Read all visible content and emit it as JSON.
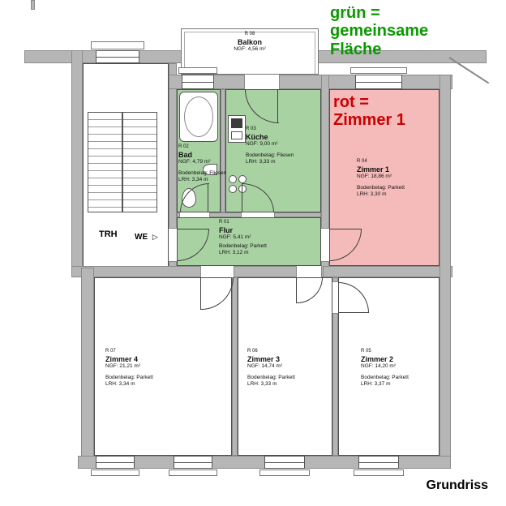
{
  "legend": {
    "green_note": "grün =\ngemeinsame\nFläche",
    "red_note": "rot =\nZimmer 1"
  },
  "title": "Grundriss",
  "labels": {
    "stairwell": "TRH",
    "entrance": "WE",
    "entrance_arrow": "▷"
  },
  "colors": {
    "common_area": "#a9d2a3",
    "zimmer1_fill": "#f4bbba",
    "wall": "#b6b6b6",
    "green_text": "#0a9a00",
    "red_text": "#cc0000"
  },
  "rooms": {
    "balkon": {
      "id": "R 08",
      "name": "Balkon",
      "ngf": "NGF: 4,56 m²"
    },
    "bad": {
      "id": "R 02",
      "name": "Bad",
      "ngf": "NGF: 4,79 m²",
      "floor": "Bodenbelag: Fliesen",
      "lrh": "LRH: 3,34 m"
    },
    "kueche": {
      "id": "R 03",
      "name": "Küche",
      "ngf": "NGF: 9,00 m²",
      "floor": "Bodenbelag: Fliesen",
      "lrh": "LRH: 3,33 m"
    },
    "zimmer1": {
      "id": "R 04",
      "name": "Zimmer 1",
      "ngf": "NGF: 18,86 m²",
      "floor": "Bodenbelag: Parkett",
      "lrh": "LRH: 3,30 m"
    },
    "flur": {
      "id": "R 01",
      "name": "Flur",
      "ngf": "NGF: 5,41 m²",
      "floor": "Bodenbelag: Parkett",
      "lrh": "LRH: 3,12 m"
    },
    "zimmer4": {
      "id": "R 07",
      "name": "Zimmer 4",
      "ngf": "NGF: 21,21 m²",
      "floor": "Bodenbelag: Parkett",
      "lrh": "LRH: 3,34 m"
    },
    "zimmer3": {
      "id": "R 06",
      "name": "Zimmer 3",
      "ngf": "NGF: 14,74 m²",
      "floor": "Bodenbelag: Parkett",
      "lrh": "LRH: 3,33 m"
    },
    "zimmer2": {
      "id": "R 05",
      "name": "Zimmer 2",
      "ngf": "NGF: 14,20 m²",
      "floor": "Bodenbelag: Parkett",
      "lrh": "LRH: 3,37 m"
    }
  }
}
